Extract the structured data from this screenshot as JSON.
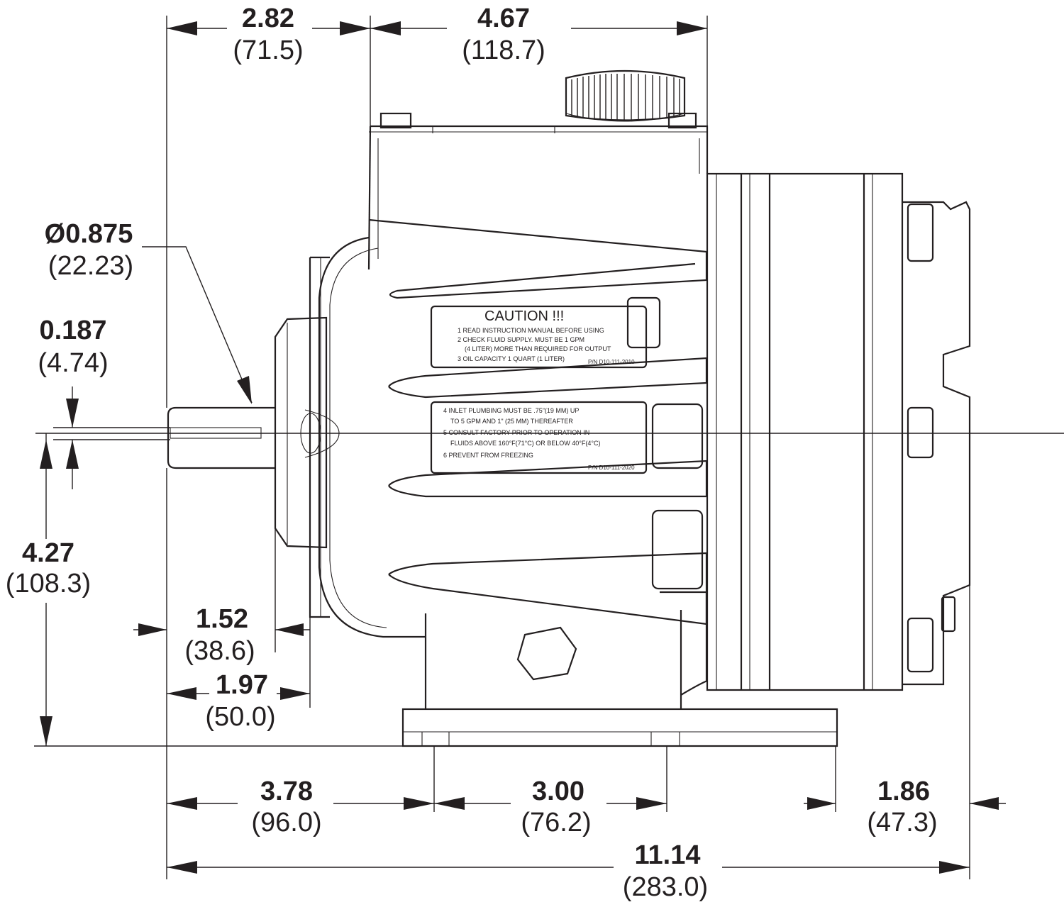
{
  "diagram": {
    "dimensions": {
      "top_left": {
        "value": "2.82",
        "metric": "(71.5)"
      },
      "top_right": {
        "value": "4.67",
        "metric": "(118.7)"
      },
      "shaft_dia": {
        "value": "Ø0.875",
        "metric": "(22.23)"
      },
      "key_width": {
        "value": "0.187",
        "metric": "(4.74)"
      },
      "shaft_height": {
        "value": "4.27",
        "metric": "(108.3)"
      },
      "shaft_len": {
        "value": "1.52",
        "metric": "(38.6)"
      },
      "flange_offset": {
        "value": "1.97",
        "metric": "(50.0)"
      },
      "base_left": {
        "value": "3.78",
        "metric": "(96.0)"
      },
      "base_mid": {
        "value": "3.00",
        "metric": "(76.2)"
      },
      "base_right": {
        "value": "1.86",
        "metric": "(47.3)"
      },
      "overall": {
        "value": "11.14",
        "metric": "(283.0)"
      }
    },
    "caution_label": {
      "title": "CAUTION !!!",
      "lines": [
        "1  READ INSTRUCTION MANUAL BEFORE USING",
        "2  CHECK FLUID SUPPLY. MUST BE 1 GPM",
        "(4 LITER) MORE THAN REQUIRED FOR OUTPUT",
        "3  OIL CAPACITY 1 QUART (1 LITER)"
      ],
      "part_no": "P/N D10-111-2010"
    },
    "info_label": {
      "lines": [
        "4  INLET PLUMBING MUST BE .75\"(19 MM) UP",
        "TO 5 GPM AND 1\" (25 MM) THEREAFTER",
        "5  CONSULT FACTORY PRIOR TO OPERATION IN",
        "FLUIDS ABOVE 160°F(71°C) OR BELOW 40°F(4°C)",
        "6  PREVENT FROM FREEZING"
      ],
      "part_no": "P/N D10-111-2020"
    }
  }
}
